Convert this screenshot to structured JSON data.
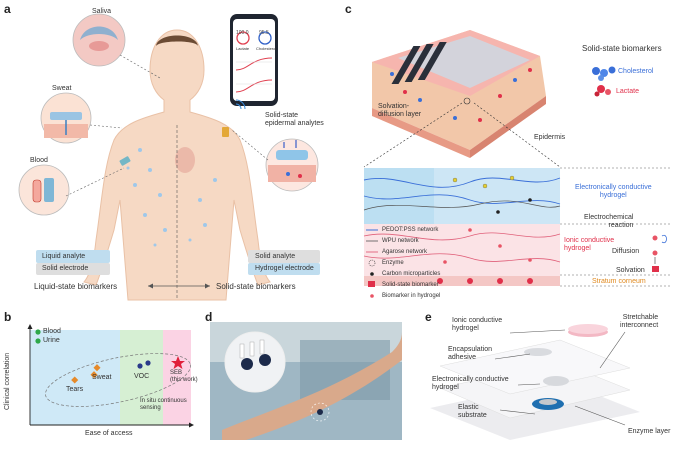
{
  "panels": {
    "a": "a",
    "b": "b",
    "c": "c",
    "d": "d",
    "e": "e"
  },
  "panel_a": {
    "saliva": "Saliva",
    "sweat": "Sweat",
    "blood": "Blood",
    "lactate": "Lactate",
    "cholesterol": "Cholesterol",
    "phone_val1": "100.0",
    "phone_val2": "95.5",
    "solid_state_epidermal": "Solid-state\nepidermal analytes",
    "liquid_analyte": "Liquid analyte",
    "solid_electrode": "Solid electrode",
    "solid_analyte": "Solid analyte",
    "hydrogel_electrode": "Hydrogel electrode",
    "liquid_state_biomarkers": "Liquid-state biomarkers",
    "solid_state_biomarkers": "Solid-state biomarkers"
  },
  "panel_b": {
    "ylabel": "Clinical correlation",
    "xlabel": "Ease of access",
    "blood": "Blood",
    "urine": "Urine",
    "sweat": "Sweat",
    "tears": "Tears",
    "voc": "VOC",
    "seb": "SEB\n(this work)",
    "in_situ": "In situ continuous\nsensing",
    "colors": {
      "blue": "#cfe9f7",
      "green": "#d6efd3",
      "pink": "#fbd3e4"
    }
  },
  "panel_c": {
    "solid_state_biomarkers": "Solid-state biomarkers",
    "cholesterol": "Cholesterol",
    "lactate": "Lactate",
    "solvation_diffusion": "Solvation-\ndiffusion layer",
    "epidermis": "Epidermis",
    "legend": [
      {
        "label": "PEDOT:PSS network",
        "icon": "pedot-line-icon"
      },
      {
        "label": "WPU network",
        "icon": "wpu-line-icon"
      },
      {
        "label": "Agarose network",
        "icon": "agarose-line-icon"
      },
      {
        "label": "Enzyme",
        "icon": "enzyme-icon"
      },
      {
        "label": "Carbon microparticles",
        "icon": "carbon-dot-icon"
      },
      {
        "label": "Solid-state biomarker",
        "icon": "biomarker-icon"
      },
      {
        "label": "Biomarker in hydrogel",
        "icon": "hydrogel-dot-icon"
      }
    ],
    "electronically_conductive": "Electronically conductive\nhydrogel",
    "ionic_conductive": "Ionic conductive\nhydrogel",
    "electrochemical_reaction": "Electrochemical\nreaction",
    "diffusion": "Diffusion",
    "solvation": "Solvation",
    "stratum_corneum": "Stratum corneum",
    "cholesterol_color": "#3a6fd8",
    "lactate_color": "#e0304a"
  },
  "panel_e": {
    "ionic_conductive_hydrogel": "Ionic conductive\nhydrogel",
    "encapsulation_adhesive": "Encapsulation\nadhesive",
    "electronically_conductive_hydrogel": "Electronically conductive\nhydrogel",
    "elastic_substrate": "Elastic\nsubstrate",
    "stretchable_interconnect": "Stretchable\ninterconnect",
    "enzyme_layer": "Enzyme layer"
  }
}
